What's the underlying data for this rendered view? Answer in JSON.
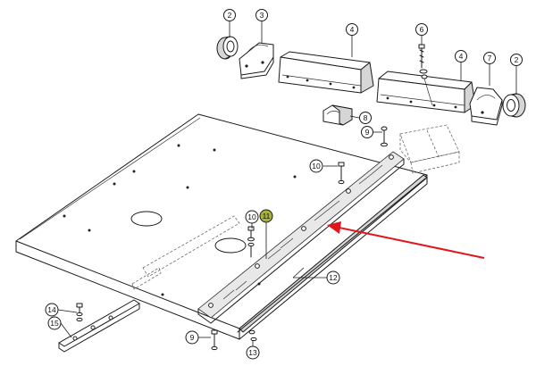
{
  "diagram": {
    "callouts": {
      "c1": "2",
      "c2": "3",
      "c3": "4",
      "c4": "6",
      "c5": "4",
      "c6": "7",
      "c7": "2",
      "c8": "8",
      "c9": "9",
      "c10": "10",
      "c11": "10",
      "c12": "11",
      "c13": "12",
      "c14": "14",
      "c15": "15",
      "c16": "9",
      "c17": "13"
    },
    "highlight_color": "#a8b23a",
    "arrow_color": "#e0161b"
  }
}
